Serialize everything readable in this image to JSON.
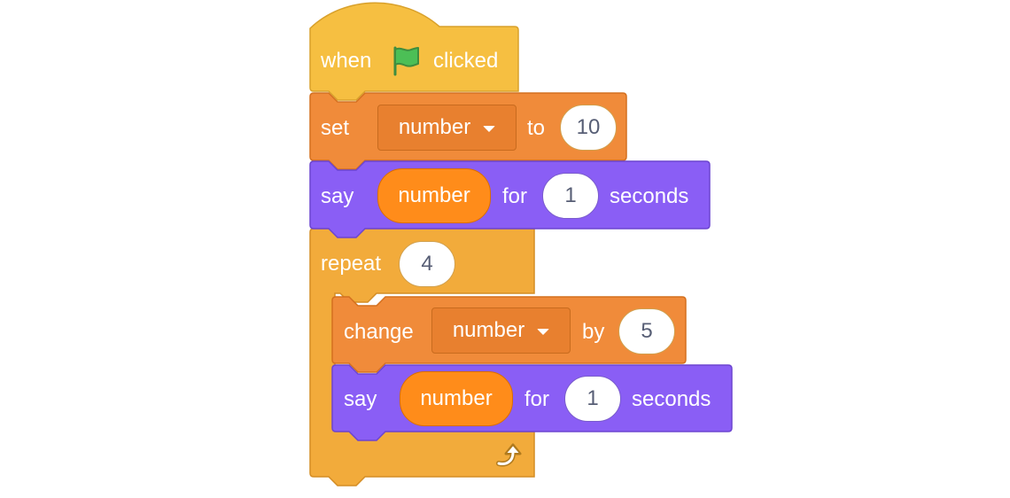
{
  "script": {
    "hat": {
      "label_before": "when",
      "flag_icon": "green-flag-icon",
      "label_after": "clicked"
    },
    "set_block": {
      "label": "set",
      "variable": "number",
      "to_label": "to",
      "value": "10"
    },
    "say_block_1": {
      "label": "say",
      "reporter": "number",
      "for_label": "for",
      "duration": "1",
      "unit_label": "seconds"
    },
    "repeat_block": {
      "label": "repeat",
      "count": "4",
      "loop_icon": "loop-arrow-icon"
    },
    "change_block": {
      "label": "change",
      "variable": "number",
      "by_label": "by",
      "value": "5"
    },
    "say_block_2": {
      "label": "say",
      "reporter": "number",
      "for_label": "for",
      "duration": "1",
      "unit_label": "seconds"
    }
  },
  "colors": {
    "events": "#f6bf41",
    "events_border": "#d9a12b",
    "variables": "#f08b3a",
    "variables_border": "#d4701f",
    "looks": "#8a5ef5",
    "looks_border": "#6c45d0",
    "control": "#f2ab3b",
    "control_border": "#d48d24",
    "flag": "#4cbf56"
  }
}
